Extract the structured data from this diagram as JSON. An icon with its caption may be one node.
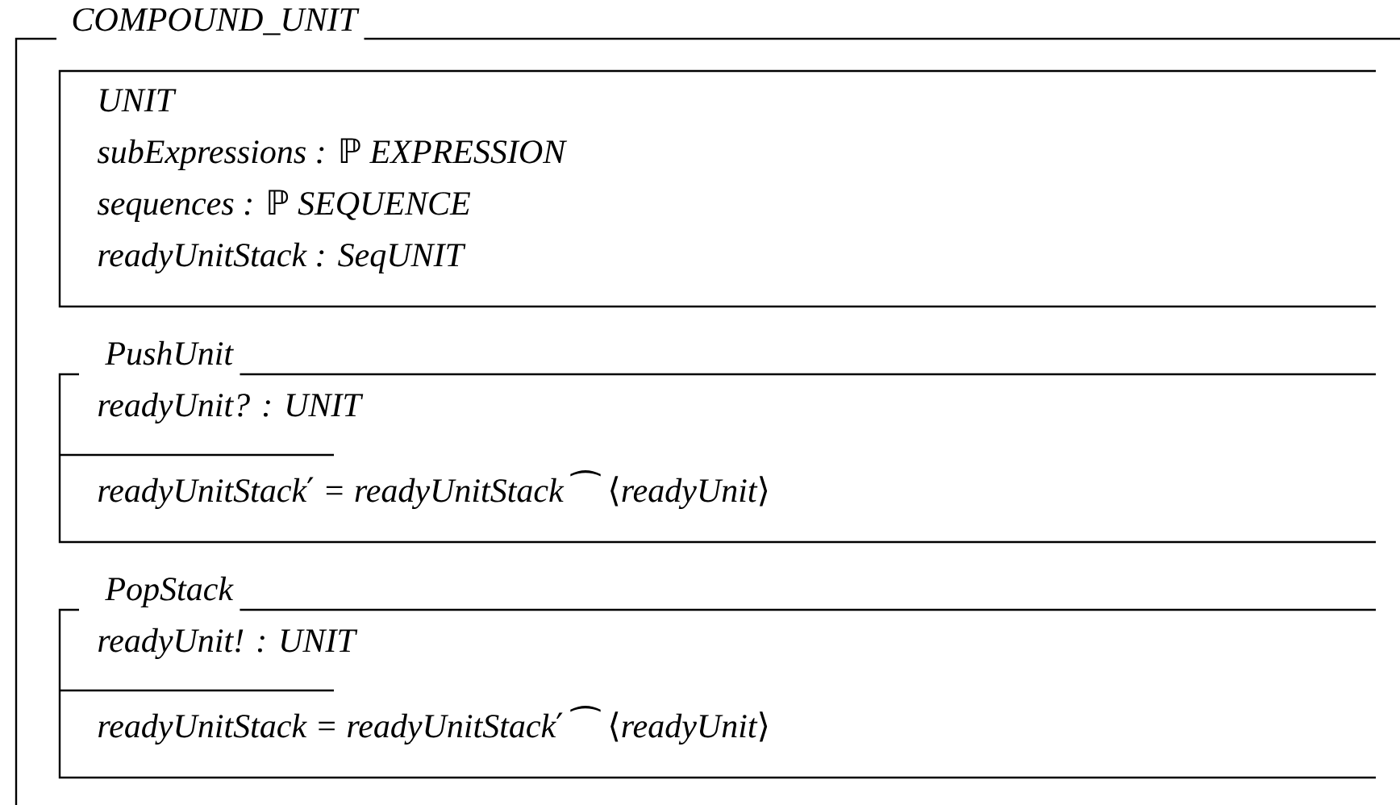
{
  "diagram": {
    "nodes": [
      {
        "text": [
          "COMPOUND_UNIT"
        ]
      },
      {
        "text": [
          "UNIT",
          "subExpressions : ℙ EXPRESSION",
          "sequences : ℙ SEQUENCE",
          "readyUnitStack : SeqUNIT"
        ],
        "in": 0
      },
      {
        "text": [
          "PushUnit",
          "readyUnit? : UNIT",
          "readyUnitStack′ = readyUnitStack ⁀ ⟨readyUnit⟩"
        ],
        "in": 0
      },
      {
        "text": [
          "PopStack",
          "readyUnit! : UNIT",
          "readyUnitStack = readyUnitStack′ ⁀ ⟨readyUnit⟩"
        ],
        "in": 0
      }
    ],
    "edges": []
  }
}
